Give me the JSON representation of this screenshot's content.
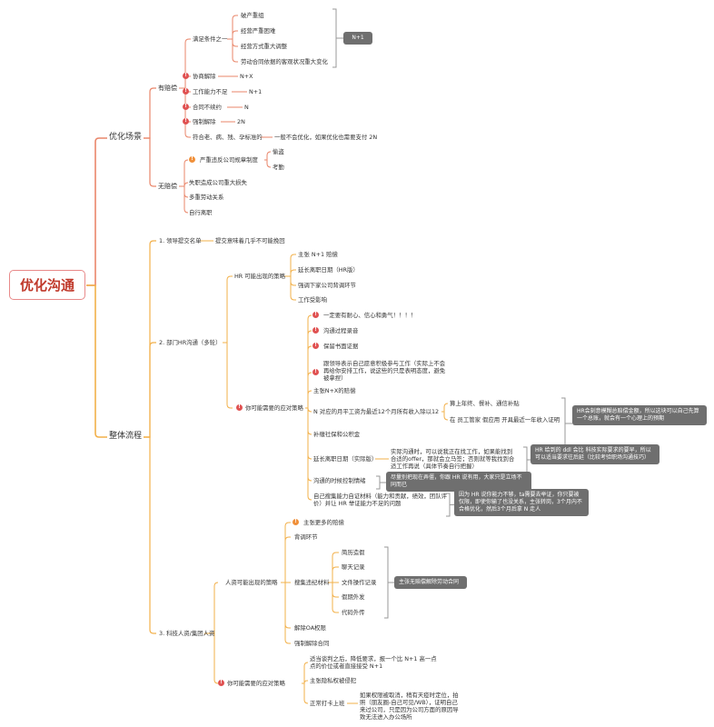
{
  "root": "优化沟通",
  "colors": {
    "branch_top": "#e9866a",
    "branch_bottom": "#f2b04a",
    "note_box": "#6f6f6f",
    "root_border": "#e88a8a",
    "bracket": "#999999"
  },
  "scenarios": {
    "label": "优化场景",
    "compensated": {
      "label": "有赔偿",
      "conditions": {
        "label": "满足条件之一",
        "items": [
          "破产重组",
          "经营严重困难",
          "经营方式重大调整",
          "劳动合同依据的客观状况重大变化"
        ],
        "note": "N+1"
      },
      "cases": [
        {
          "label": "协商解除",
          "value": "N+X",
          "icon": "warning-red-icon"
        },
        {
          "label": "工作能力不足",
          "value": "N+1",
          "icon": "warning-red-icon"
        },
        {
          "label": "合同不续约",
          "value": "N",
          "icon": "warning-red-icon"
        },
        {
          "label": "强制解除",
          "value": "2N",
          "icon": "warning-red-icon"
        }
      ],
      "special": {
        "label": "符合老、病、残、孕标准的",
        "value": "一般不会优化，如果优化也需要支付 2N"
      }
    },
    "uncompensated": {
      "label": "无赔偿",
      "violation": {
        "label": "严重违反公司规章制度",
        "icon": "exclamation-orange-icon",
        "items": [
          "偷盗",
          "考勤"
        ]
      },
      "items": [
        "失职造成公司重大损失",
        "多重劳动关系",
        "自行离职"
      ]
    }
  },
  "process": {
    "label": "整体流程",
    "step1": {
      "label": "1. 领导提交名单",
      "child": "提交意味着几乎不可能挽回"
    },
    "step2": {
      "label": "2. 部门HR沟通（多轮）",
      "hr_strategy": {
        "label": "HR 可能出现的策略",
        "items": [
          "主张 N+1 赔偿",
          "延长离职日期（HR版）",
          "强调下家公司背调环节",
          "工作受影响"
        ]
      },
      "your_strategy": {
        "label": "你可能需要的应对策略",
        "items": [
          "一定要有耐心、信心和勇气！！！！",
          "沟通过程录音",
          "保留书面证据",
          "跟领导表示自己愿意积极参与工作（实际上不会再给你安排工作，说这些的只是表明态度，避免被拿捏）",
          "主张N+X的赔偿",
          "N 对应的月平工资为最近12个月所有收入除以12",
          "补缴社保和公积金",
          "延长离职日期（实际版）",
          "沟通的时候控制情绪",
          "自己搜集能力自证材料（能力和贡献，绩效，团队评价）并让 HR 举证能力不足的问题"
        ],
        "salary_items": [
          "算上年终、餐补、通信补贴",
          "在 员工管家 假应用 开具最近一年收入证明"
        ],
        "salary_note": "HR会刻意模糊总赔偿金额，所以这块可以自己先算一个总账，就会有一个心理上的预期",
        "extend_detail": "实际沟通时，可以说我正在找工作，如果能找到合适的offer，那就会立马签；否则就等我找到合适工作再说（具体节奏自行把握）",
        "extend_note": "HR 给到的 ddl 会比 科技实际要求的要早，所以可以适当要求往后延（比较考验职场沟通技巧）",
        "emotion_note": "尽量别把现在弄僵，你跟 HR 说有用，大家只是立场不同而已",
        "evidence_note": "因为 HR 说你能力不够，ta需要去举证，你只要被仅限，即使你输了也没关系，主张转岗，3个月内不合格优化，然后3个月后拿 N 走人"
      }
    },
    "step3": {
      "label": "3. 科技人资/集团人资",
      "hr_strategy": {
        "label": "人资可能出现的策略",
        "items": [
          "主张更多的赔偿",
          "背调环节",
          "搜集违纪材料",
          "解除OA权限",
          "强制解除合同"
        ],
        "evidence_items": [
          "简历造假",
          "聊天记录",
          "文件操作记录",
          "假期外发",
          "代码外传"
        ],
        "evidence_note": "主张无赔偿解除劳动合同"
      },
      "your_strategy": {
        "label": "你可能需要的应对策略",
        "items": [
          "适当谈判之后，降低要求，报一个比 N+1 高一点点的价位或者直接接受 N+1",
          "主张隐私权被侵犯",
          "正常打卡上班"
        ],
        "clockin_detail": "如果权限被取消，稍有天疫时定位，拍照（朋友圈-自己可见/WB），证明自己来过公司，只是因为公司方面的原因导致无法进入办公场所"
      }
    }
  }
}
